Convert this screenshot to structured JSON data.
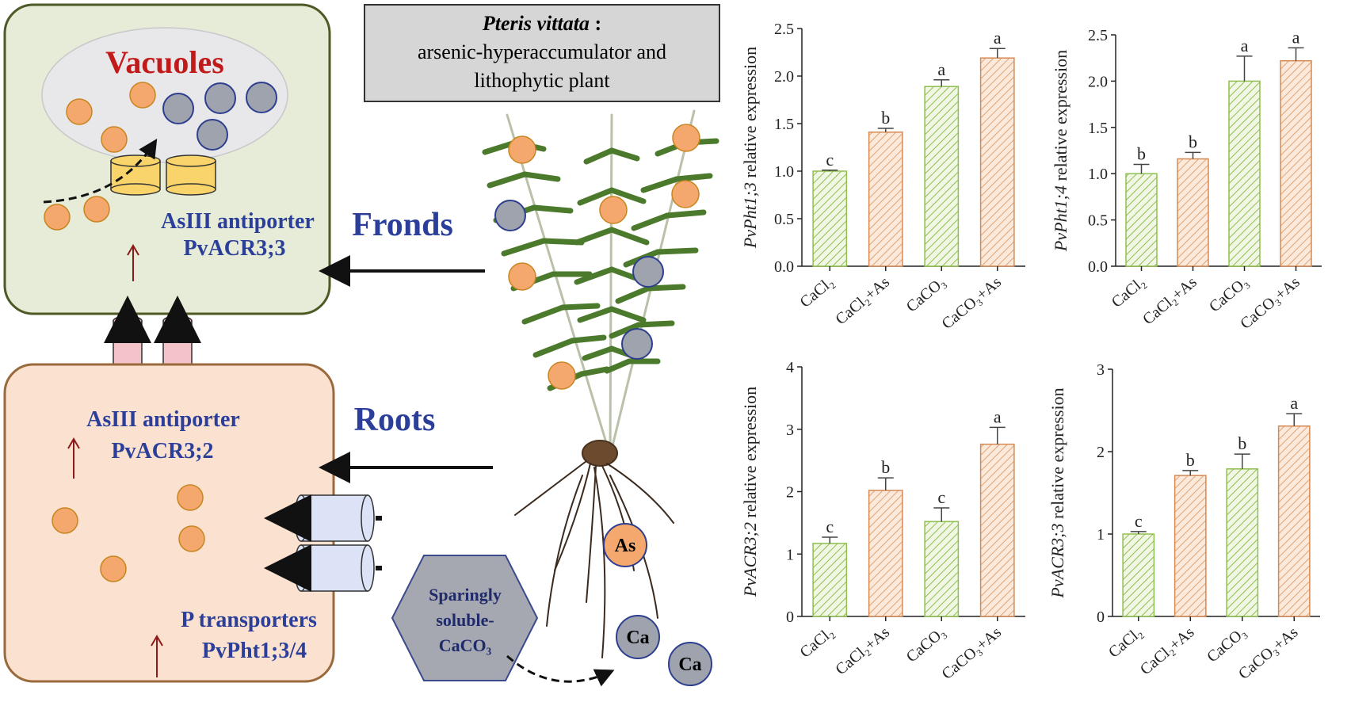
{
  "colors": {
    "frond_cell_fill": "#e6ecd7",
    "frond_cell_stroke": "#4d5a26",
    "root_cell_fill": "#fbe1cf",
    "root_cell_stroke": "#9a6a3c",
    "arsenic_dot": "#f5a86e",
    "calcium_dot": "#9ea3ad",
    "transporter_pink": "#f3c3c9",
    "transporter_blue": "#dde3f7",
    "cylinder_yellow": "#f8d46a",
    "label_blue": "#2b3f9a",
    "label_red": "#c11a1a",
    "bar_green": "#8fbf4f",
    "bar_orange": "#e2a270"
  },
  "fronds_cell": {
    "title": "Vacuoles",
    "antiporter_label": "AsIII antiporter",
    "antiporter_gene": "PvACR3;3"
  },
  "roots_cell": {
    "antiporter_label": "AsIII antiporter",
    "antiporter_gene": "PvACR3;2",
    "transporter_label": "P transporters",
    "transporter_gene": "PvPht1;3/4"
  },
  "plant": {
    "species": "Pteris vittata",
    "colon": " :",
    "description_line1": "arsenic-hyperaccumulator and",
    "description_line2": "lithophytic plant",
    "fronds_label": "Fronds",
    "roots_label": "Roots",
    "as_label": "As",
    "ca_label": "Ca"
  },
  "mineral": {
    "line1": "Sparingly",
    "line2": "soluble-",
    "line3": "CaCO₃"
  },
  "chart_data": [
    {
      "type": "bar",
      "ylabel": "PvPht1;3 relative expression",
      "categories": [
        "CaCl₂",
        "CaCl₂+As",
        "CaCO₃",
        "CaCO₃+As"
      ],
      "values": [
        1.0,
        1.41,
        1.89,
        2.19
      ],
      "errors": [
        0.01,
        0.04,
        0.07,
        0.1
      ],
      "letters": [
        "c",
        "b",
        "a",
        "a"
      ],
      "ylim": [
        0,
        2.5
      ],
      "yticks": [
        "0.0",
        "0.5",
        "1.0",
        "1.5",
        "2.0",
        "2.5"
      ]
    },
    {
      "type": "bar",
      "ylabel": "PvPht1;4 relative expression",
      "categories": [
        "CaCl₂",
        "CaCl₂+As",
        "CaCO₃",
        "CaCO₃+As"
      ],
      "values": [
        1.0,
        1.16,
        2.0,
        2.22
      ],
      "errors": [
        0.1,
        0.07,
        0.27,
        0.14
      ],
      "letters": [
        "b",
        "b",
        "a",
        "a"
      ],
      "ylim": [
        0,
        2.5
      ],
      "yticks": [
        "0.0",
        "0.5",
        "1.0",
        "1.5",
        "2.0",
        "2.5"
      ]
    },
    {
      "type": "bar",
      "ylabel": "PvACR3;2 relative expression",
      "categories": [
        "CaCl₂",
        "CaCl₂+As",
        "CaCO₃",
        "CaCO₃+As"
      ],
      "values": [
        1.17,
        2.02,
        1.52,
        2.76
      ],
      "errors": [
        0.1,
        0.2,
        0.22,
        0.27
      ],
      "letters": [
        "c",
        "b",
        "c",
        "a"
      ],
      "ylim": [
        0,
        4
      ],
      "yticks": [
        "0",
        "1",
        "2",
        "3",
        "4"
      ]
    },
    {
      "type": "bar",
      "ylabel": "PvACR3;3 relative expression",
      "categories": [
        "CaCl₂",
        "CaCl₂+As",
        "CaCO₃",
        "CaCO₃+As"
      ],
      "values": [
        1.0,
        1.71,
        1.79,
        2.31
      ],
      "errors": [
        0.03,
        0.06,
        0.18,
        0.15
      ],
      "letters": [
        "c",
        "b",
        "b",
        "a"
      ],
      "ylim": [
        0,
        3
      ],
      "yticks": [
        "0",
        "1",
        "2",
        "3"
      ]
    }
  ]
}
